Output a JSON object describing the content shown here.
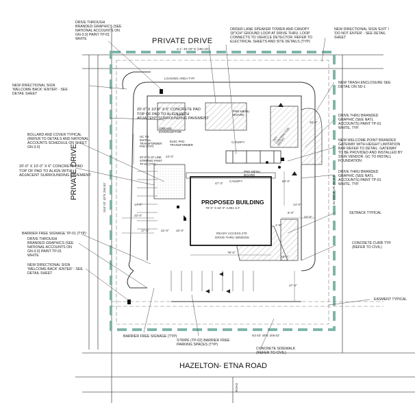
{
  "roads": {
    "private_drive_top": "PRIVATE DRIVE",
    "private_drive_left": "PRIVATE DRIVE",
    "bearing_top": "S 1° 40' 00\" E (180.19')",
    "bearing_left": "S44' 02' 43\"E 284.53'",
    "bearing_right": "N 0' 28' 54\" E 281.78'",
    "bearing_bottom": "N3 53' 49\"E 209.62'",
    "hazelton": "HAZELTON- ETNA ROAD",
    "road_small": "ROAD"
  },
  "building": {
    "title": "PROPOSED BUILDING",
    "size": "78'-0\" X 64'-0\" 4,991 S.F.",
    "ready": "READY ACCESS 275",
    "drive_window": "DRIVE-THRU WINDOW",
    "canopy": "CANOPY",
    "pre_menu": "PRE-MENU\nBOARD",
    "pre_menu_top": "PRE-MENU\nBOARD",
    "canopy_top": "CANOPY"
  },
  "site_labels": {
    "loading": "LOADING AREA TYP.",
    "grease": "GREASE\nINTERCEPTOR",
    "transformer": "GC TO\nINSTALL\nTRANSFORMER\nPAD (TYP)",
    "elec_pad": "ELEC PAD\nTRANSFORMER"
  },
  "callouts": {
    "drive_through_top": "DRIVE THROUGH\nBRANDED GRAPHICS (SEE\nNATIONAL ACCOUNTS ON\nGN-3.0) PAINT TP-01\nWHITE",
    "order_lane": "ORDER LANE SPEAKER TOWER AND CANOPY\n18\"X24\" GROUND LOOP AT DRIVE THRU. LOOP\nCONNECTS TO VEHICLE DETECTOR. REFER TO\nELECTRICAL SHEETS AND SITE DETAILS (TYP)",
    "dir_sign_exit": "NEW DIRECTIONAL SIGN 'EXIT' /\n'DO NOT ENTER' - SEE DETAIL\nSHEET",
    "welcome_left": "NEW DIRECTIONAL SIGN\n'WELCOME BACK' /ENTER' - SEE\nDETAIL SHEET",
    "trash": "NEW TRASH ENCLOSURE SEE\nDETAIL ON SD-1",
    "pad_top": "20'-0\" X 10'-0\" X 6\" CONCRETE PAD\nTOP OF PAD TO ALIGN WITH\nADJACENT SURROUNDING PAVEMENT",
    "drive_thru_branded_1": "DRIVE THRU BRANDED\nGRAPHIC (SEE NATL\nACCOUNTS) PAINT TP-01\nWHITE, TYP.",
    "bollard": "BOLLARD AND COVER TYPICAL\n(REFER TO DETAILS AND NATIONAL\nACCOUNTS SCHEDULE ON SHEET\nGN-3.0)",
    "gateway": "NEW WELCOME POINT BRANDED\nGATEWAY WITH HEIGHT LIMITATION\nBAR REFER TO DETAIL. GATEWAY\nTO BE PROVIDED AND INSTALLED BY\nSIGN VENDOR. GC TO INSTALL\nFOUNDATION",
    "pad_left": "20'-0\" X 10'-0\" X 6\" CONCRETE PAD\nTOP OF PAD TO ALIGN WITH\nADJACENT SURROUNDING PAVEMENT",
    "drive_thru_branded_2": "DRIVE THRU BRANDED\nGRAPHIC (SEE NATL\nACCOUNTS) PAINT TP-01\nWHITE, TYP.",
    "stripe_left": "20'-0\" X 10' LINE\nSTRIPING PAINT\nTP-01 (TYP)",
    "setback": "SETBACK TYPICAL",
    "barrier_free_left": "BARRIER FREE SIGNAGE TP-01 (TYP)",
    "drive_through_left": "DRIVE THROUGH\nBRANDED GRAPHICS (SEE\nNATIONAL ACCOUNTS ON\nGN-3.0) PAINT TP-01\nWHITE",
    "concrete_curb": "CONCRETE CURB TYP.\n(REFER TO CIVIL)",
    "welcome_bottom": "NEW DIRECTIONAL SIGN\n'WELCOME BACK' /ENTER' - SEE\nDETAIL SHEET",
    "easement": "EASMENT TYPICAL",
    "barrier_free_bottom": "BARRIER FREE SIGNAGE (TYP)",
    "stripe_bottom": "STRIPE (TP-02) BARRIER FREE\nPARKING SPACES (TYP)",
    "sidewalk": "CONCRETE SIDEWALK\n(REFER TO CIVIL)",
    "entrance": "OFT\nCONTRACTOR\nENTRY"
  },
  "dims": {
    "d1": "47'-3\"",
    "d2": "78'-0\"",
    "d3": "22'-0\"",
    "d4": "14'-0\"",
    "d5": "17'-6\"",
    "d6": "10'-0\"",
    "d7": "22'-0\"",
    "d8": "24'-0\"",
    "d9": "8'-0\"",
    "d10": "39'-6\"",
    "d11": "45'-8\"",
    "d12": "27'-0\"",
    "d13": "16'-0\"",
    "d14": "14'-0\"",
    "d15": "50'-0\"",
    "d16": "22'-0\"",
    "d17": "1'-5\""
  }
}
